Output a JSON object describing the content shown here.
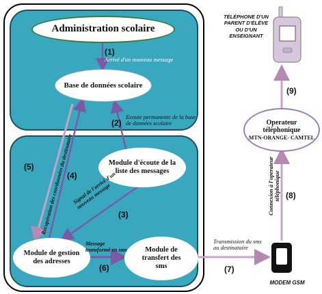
{
  "nodes": {
    "admin": "Administration scolaire",
    "database": "Base de données scolaire",
    "listen_module_line1": "Module d'écoute de la",
    "listen_module_line2": "liste des messages",
    "address_module_line1": "Module de gestion",
    "address_module_line2": "des adresses",
    "transfer_module_line1": "Module de",
    "transfer_module_line2": "transfert des",
    "transfer_module_line3": "sms",
    "operator_line1": "Operateur",
    "operator_line2": "téléphonique",
    "operator_line3": "MTN-ORANGE- CAMTEL",
    "phone_line1": "TÉLÉPHONE D'UN",
    "phone_line2": "PARENT D'ÉLÈVE",
    "phone_line3": "OU D'UN",
    "phone_line4": "ENSEIGNANT",
    "modem": "MODEM  GSM"
  },
  "edges": {
    "e1_num": "(1)",
    "e1_label": "Arrivé d'un nouveau message",
    "e2_num": "(2)",
    "e2_label_line1": "Ecoute permanente de la base",
    "e2_label_line2": "de données scolaire",
    "e3_num": "(3)",
    "e3_label_line1": "Signal de l'arrivé d'un",
    "e3_label_line2": "nouveau message",
    "e4_num": "(4)",
    "e5_num": "(5)",
    "e5_label": "Récupération des coordonnées du destinataire",
    "e6_num": "(6)",
    "e6_label_line1": "Message",
    "e6_label_line2": "transformé en sms",
    "e7_num": "(7)",
    "e7_label_line1": "Transmission du sms",
    "e7_label_line2": "au destinataire",
    "e8_num": "(8)",
    "e8_label_line1": "Connexion à l'operateur",
    "e8_label_line2": "téléphonique",
    "e9_num": "(9)"
  },
  "colors": {
    "panel": "#39a8bf",
    "arrow_purple": "#7a5aa6",
    "arrow_pink": "#c9a2c8",
    "phone_body": "#d8c6dc",
    "modem_body": "#111111"
  }
}
